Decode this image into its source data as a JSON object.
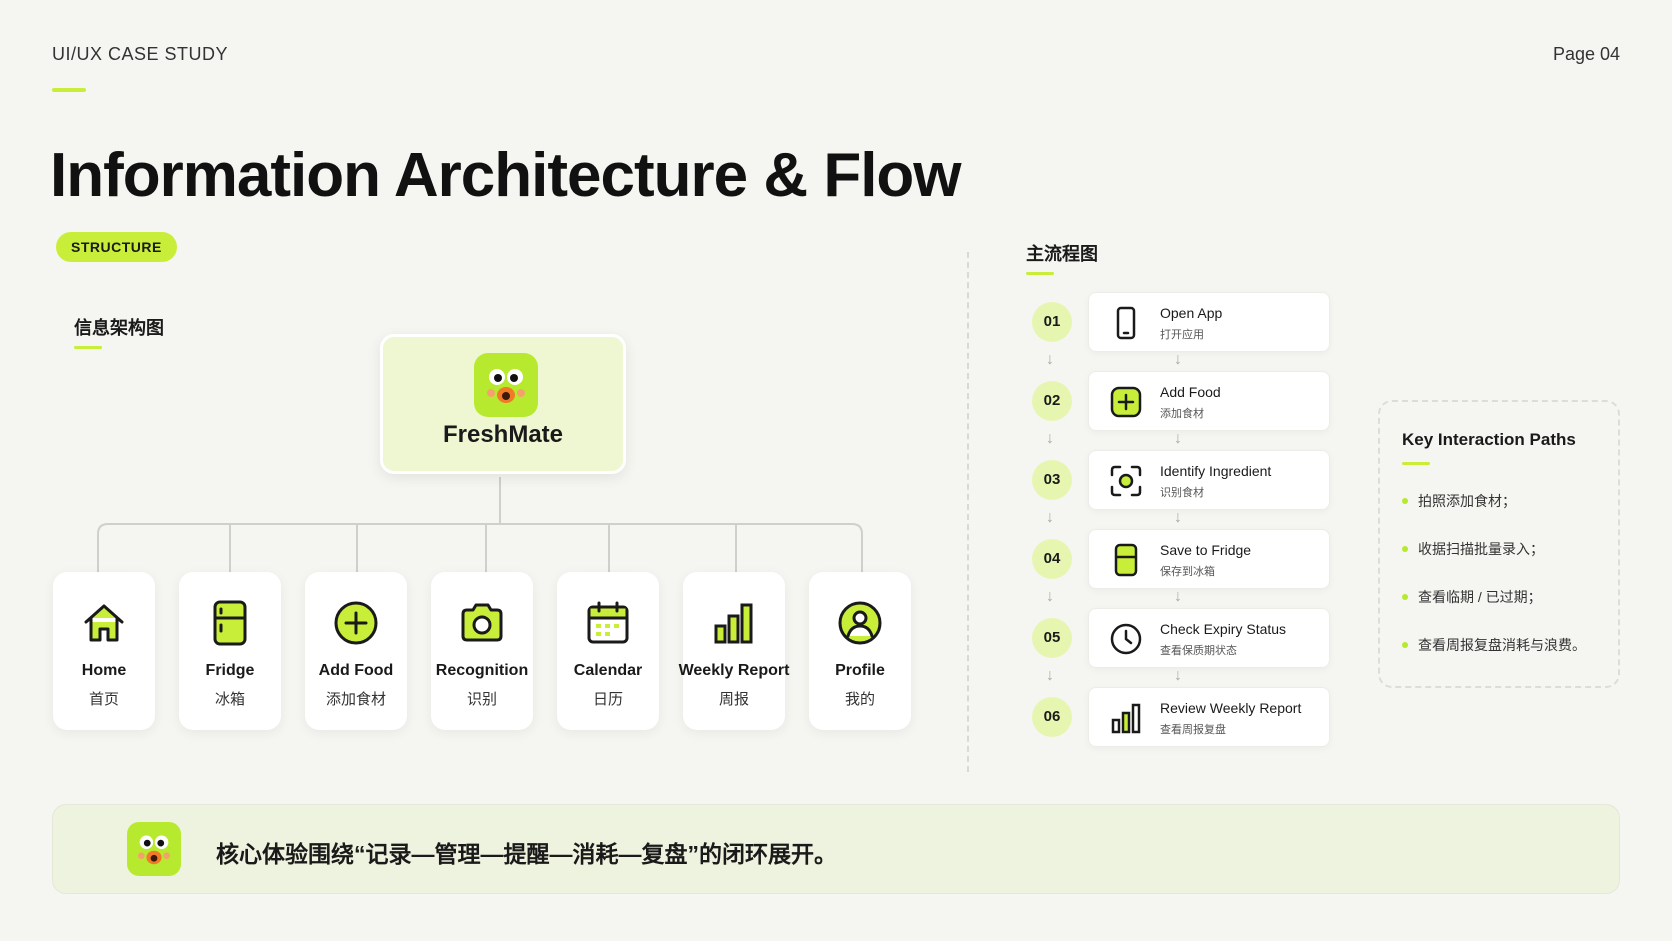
{
  "header": {
    "label": "UI/UX CASE STUDY",
    "page": "Page 04"
  },
  "title": "Information Architecture & Flow",
  "tag": "STRUCTURE",
  "ia": {
    "heading": "信息架构图",
    "root": "FreshMate",
    "nodes": [
      {
        "en": "Home",
        "zh": "首页",
        "icon": "home-icon"
      },
      {
        "en": "Fridge",
        "zh": "冰箱",
        "icon": "fridge-icon"
      },
      {
        "en": "Add Food",
        "zh": "添加食材",
        "icon": "plus-circle-icon"
      },
      {
        "en": "Recognition",
        "zh": "识别",
        "icon": "camera-icon"
      },
      {
        "en": "Calendar",
        "zh": "日历",
        "icon": "calendar-icon"
      },
      {
        "en": "Weekly Report",
        "zh": "周报",
        "icon": "bar-chart-icon"
      },
      {
        "en": "Profile",
        "zh": "我的",
        "icon": "user-icon"
      }
    ]
  },
  "flow": {
    "heading": "主流程图",
    "steps": [
      {
        "num": "01",
        "en": "Open App",
        "zh": "打开应用",
        "icon": "phone-icon"
      },
      {
        "num": "02",
        "en": "Add Food",
        "zh": "添加食材",
        "icon": "plus-square-icon"
      },
      {
        "num": "03",
        "en": "Identify Ingredient",
        "zh": "识别食材",
        "icon": "scan-icon"
      },
      {
        "num": "04",
        "en": "Save to Fridge",
        "zh": "保存到冰箱",
        "icon": "fridge-icon"
      },
      {
        "num": "05",
        "en": "Check Expiry Status",
        "zh": "查看保质期状态",
        "icon": "clock-icon"
      },
      {
        "num": "06",
        "en": "Review Weekly Report",
        "zh": "查看周报复盘",
        "icon": "bar-chart-icon"
      }
    ]
  },
  "key_paths": {
    "title": "Key Interaction Paths",
    "items": [
      "拍照添加食材；",
      "收据扫描批量录入；",
      "查看临期 / 已过期；",
      "查看周报复盘消耗与浪费。"
    ]
  },
  "banner": {
    "text": "核心体验围绕“记录—管理—提醒—消耗—复盘”的闭环展开。"
  },
  "colors": {
    "accent": "#c8ee3a",
    "mascot": "#b7ea2e",
    "background": "#f5f5f1"
  }
}
